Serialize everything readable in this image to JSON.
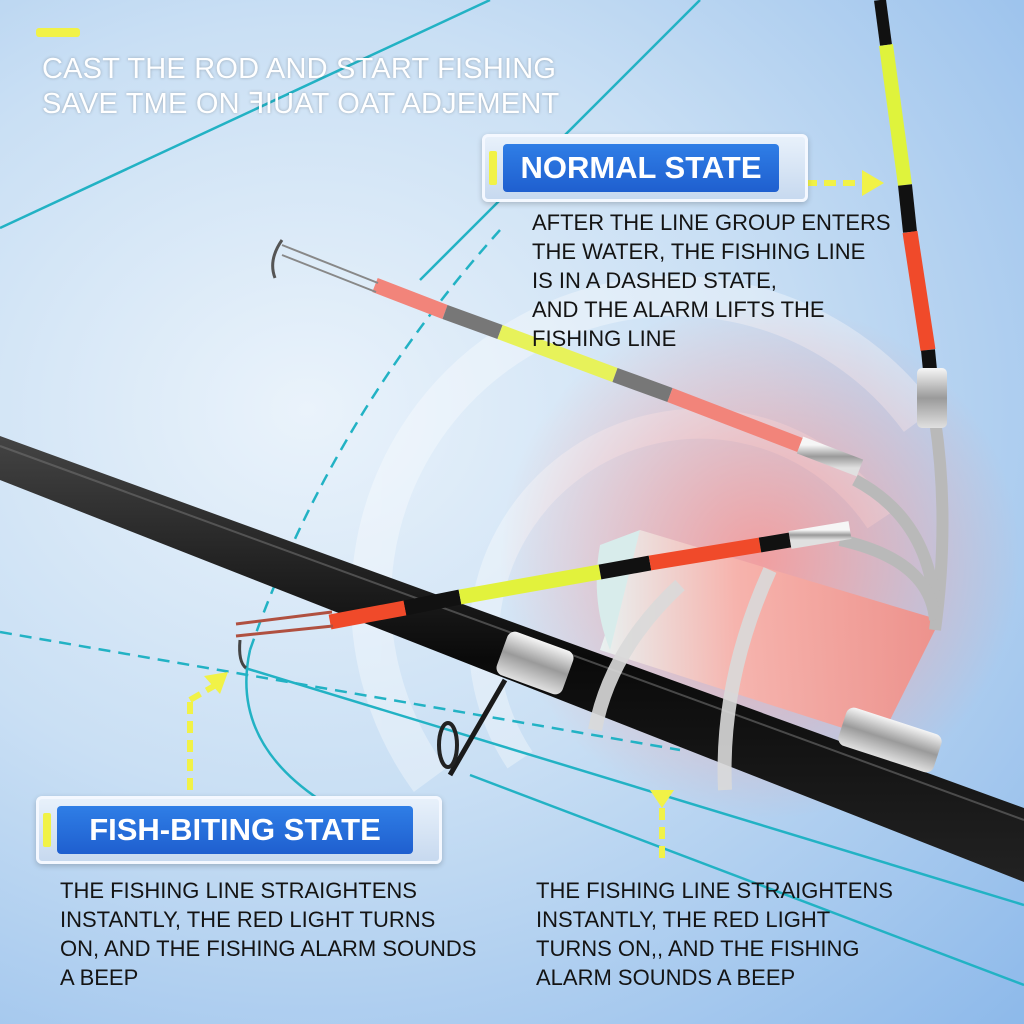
{
  "headline": {
    "line1": "CAST THE ROD AND START FISHING",
    "line2": "SAVE TME ON ꟻIUAT OAT ADJEMENT"
  },
  "normal_state": {
    "badge_label": "NORMAL STATE",
    "desc_lines": [
      "AFTER THE LINE GROUP ENTERS",
      "THE WATER, THE FISHING LINE",
      "IS IN A DASHED STATE,",
      "AND THE ALARM LIFTS THE",
      "FISHING LINE"
    ]
  },
  "fish_biting_state": {
    "badge_label": "FISH-BITING STATE",
    "desc_left_lines": [
      "THE FISHING LINE STRAIGHTENS",
      "INSTANTLY, THE RED LIGHT TURNS",
      "ON, AND THE FISHING ALARM SOUNDS",
      "A BEEP"
    ],
    "desc_right_lines": [
      "THE FISHING LINE STRAIGHTENS",
      "INSTANTLY, THE RED LIGHT",
      "TURNS  ON,, AND THE FISHING",
      "ALARM SOUNDS A BEEP"
    ]
  },
  "colors": {
    "badge_blue": "#1f5fcf",
    "arrow_yellow": "#f1f247",
    "fishing_line_cyan": "#2bb6c8",
    "alarm_red_glow": "#f38b86"
  }
}
